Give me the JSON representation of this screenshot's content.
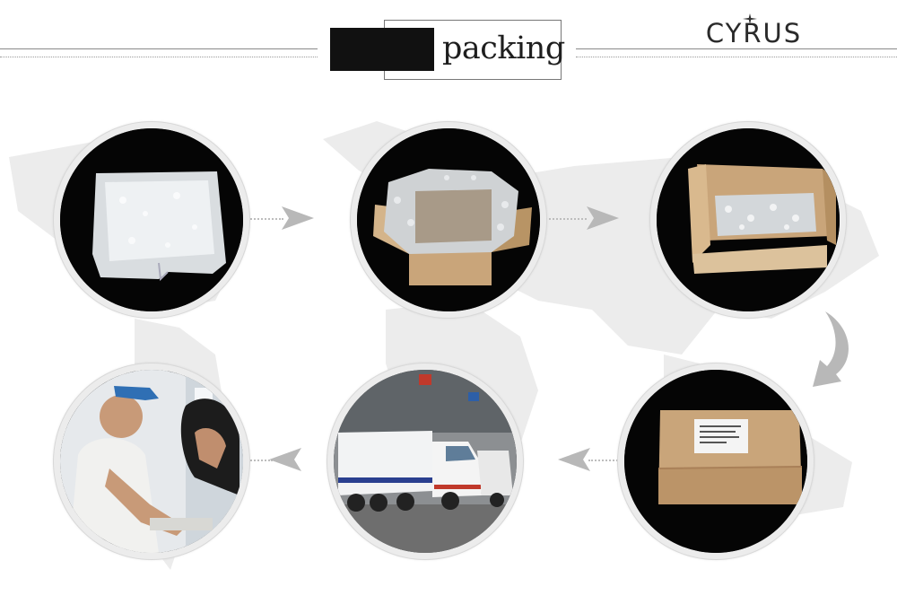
{
  "header": {
    "title": "packing",
    "brand": "CYRUS"
  },
  "steps": [
    {
      "id": "bubble-wrap-bag",
      "icon": "bubble-wrapped-item"
    },
    {
      "id": "box-with-bubble-lining",
      "icon": "open-box-lined"
    },
    {
      "id": "item-in-box",
      "icon": "packed-box"
    },
    {
      "id": "sealed-carton",
      "icon": "sealed-box"
    },
    {
      "id": "truck-shipping",
      "icon": "truck"
    },
    {
      "id": "customer-delivery",
      "icon": "customer"
    }
  ],
  "colors": {
    "map": "#ebebeb",
    "frame": "#ececec",
    "arrow": "#b8b8b8",
    "cardboard": "#c9a57a"
  }
}
